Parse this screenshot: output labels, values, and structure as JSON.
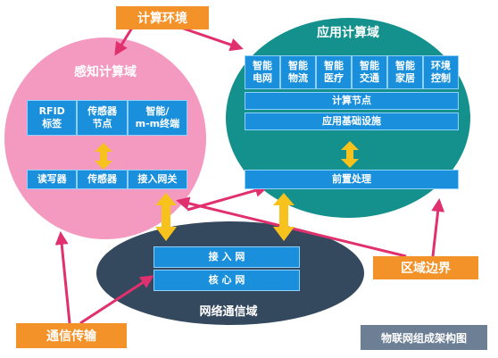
{
  "colors": {
    "sense_circle": "#f49ac1",
    "app_circle": "#14918c",
    "net_ellipse": "#34495e",
    "box": "#1a8fdc",
    "orange": "#f4922a",
    "arrow": "#e0306e",
    "double_arrow": "#f8c21c",
    "caption_bg": "#6d7f95"
  },
  "labels": {
    "compute_env": "计算环境",
    "region_boundary": "区域边界",
    "comm_transport": "通信传输"
  },
  "sense_domain": {
    "title": "感知计算域",
    "top_row": [
      "RFID\n标签",
      "传感器\n节点",
      "智能/\nm-m终端"
    ],
    "bottom_row": [
      "读写器",
      "传感器",
      "接入网关"
    ]
  },
  "app_domain": {
    "title": "应用计算域",
    "apps": [
      "智能\n电网",
      "智能\n物流",
      "智能\n医疗",
      "智能\n交通",
      "智能\n家居",
      "环境\n控制"
    ],
    "compute_node": "计算节点",
    "infra": "应用基础设施",
    "preprocess": "前置处理"
  },
  "net_domain": {
    "title": "网络通信域",
    "access_net": "接 入 网",
    "core_net": "核 心 网"
  },
  "caption": "物联网组成架构图"
}
